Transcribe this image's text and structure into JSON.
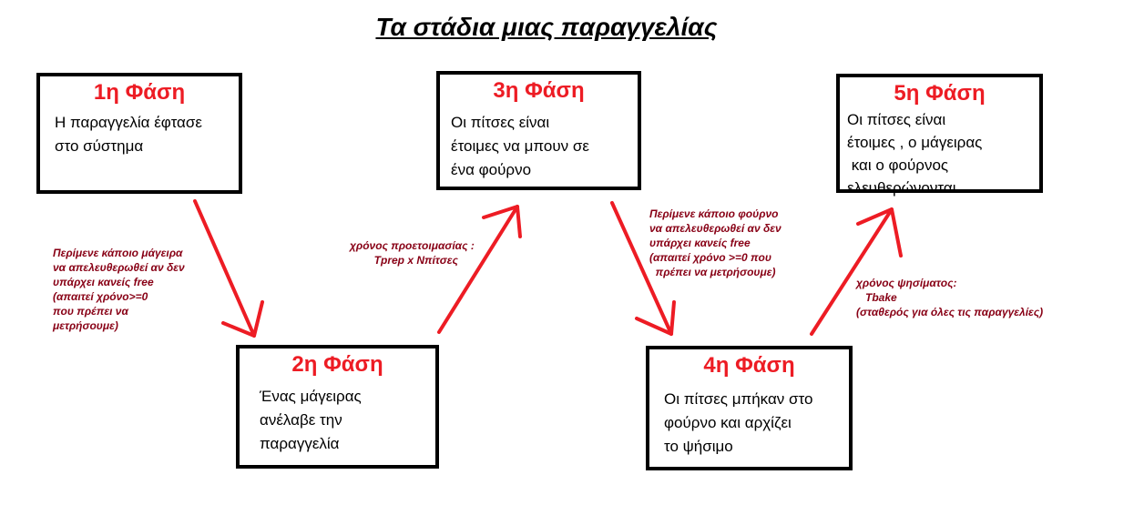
{
  "title": "Τα στάδια μιας παραγγελίας",
  "phases": [
    {
      "title": "1η Φάση",
      "text": "Η παραγγελία έφτασε\nστο σύστημα"
    },
    {
      "title": "2η Φάση",
      "text": "Ένας μάγειρας\nανέλαβε την\nπαραγγελία"
    },
    {
      "title": "3η Φάση",
      "text": "Οι πίτσες είναι\nέτοιμες να μπουν σε\nένα φούρνο"
    },
    {
      "title": "4η Φάση",
      "text": "Οι πίτσες μπήκαν στο\nφούρνο και αρχίζει\nτο ψήσιμο"
    },
    {
      "title": "5η Φάση",
      "text": "Οι πίτσες είναι\nέτοιμες , ο μάγειρας\n και ο φούρνος\nελευθερώνονται"
    }
  ],
  "notes": {
    "wait_cook": "Περίμενε κάποιο μάγειρα\nνα απελευθερωθεί αν δεν\nυπάρχει κανείς free\n(απαιτεί χρόνο>=0\nπου πρέπει να\nμετρήσουμε)",
    "prep_time": "χρόνος προετοιμασίας :\n        Tprep x Nπίτσες",
    "wait_oven": "Περίμενε κάποιο φούρνο\nνα απελευθερωθεί αν δεν\nυπάρχει κανείς free\n(απαιτεί χρόνο >=0 που\n  πρέπει να μετρήσουμε)",
    "bake_time": "χρόνος ψησίματος:\n   Tbake\n(σταθερός για όλες τις παραγγελίες)"
  },
  "colors": {
    "phase_title": "#ed1c24",
    "arrow": "#ed1c24",
    "note": "#880015",
    "border": "#000000"
  }
}
